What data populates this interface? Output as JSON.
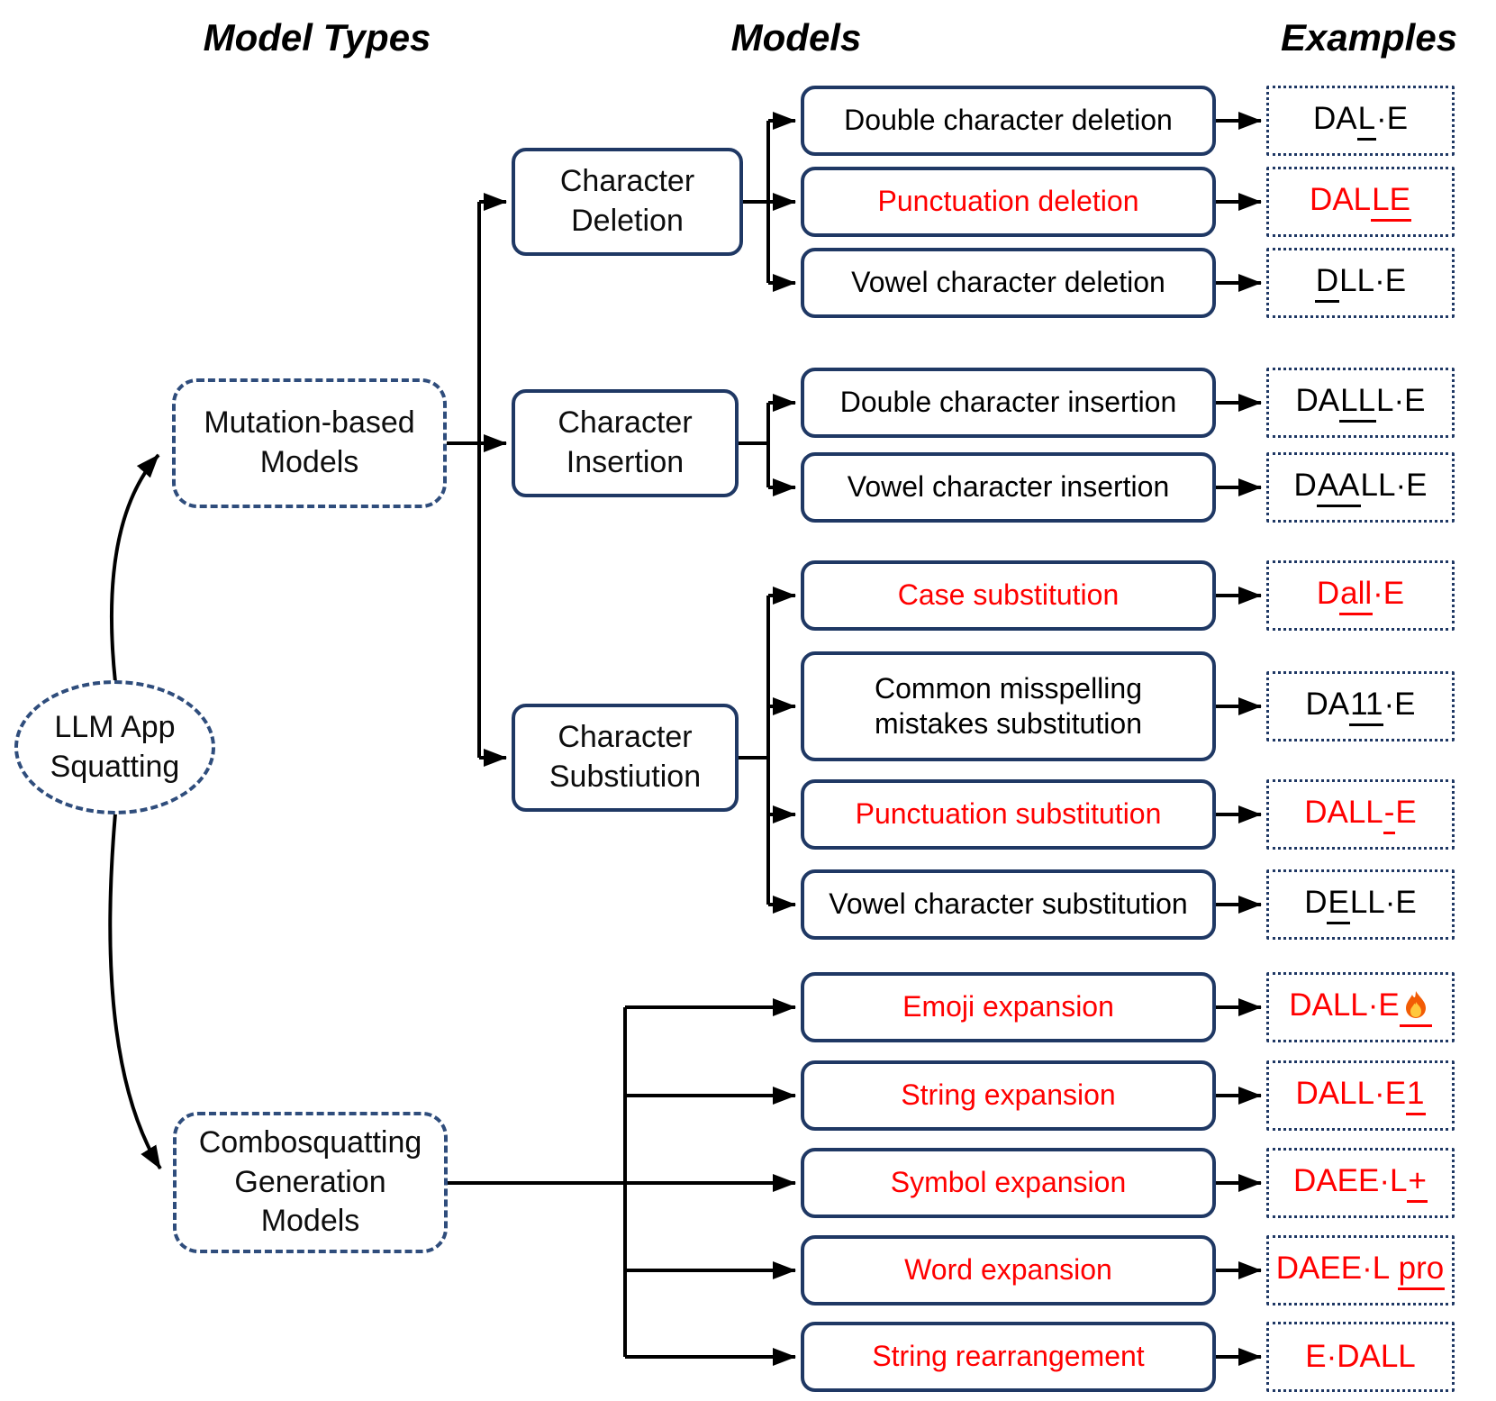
{
  "headers": {
    "model_types": "Model Types",
    "models": "Models",
    "examples": "Examples"
  },
  "theme": {
    "accent_navy": "#1f3864",
    "highlight_red": "#ff0000",
    "text_black": "#000000",
    "line_black": "#000000"
  },
  "root": {
    "label": "LLM App\nSquatting"
  },
  "model_types": [
    {
      "label": "Mutation-based\nModels"
    },
    {
      "label": "Combosquatting\nGeneration\nModels"
    }
  ],
  "categories": [
    {
      "label": "Character\nDeletion"
    },
    {
      "label": "Character\nInsertion"
    },
    {
      "label": "Character\nSubstiution"
    }
  ],
  "rows": [
    {
      "model": {
        "label": "Double character deletion",
        "color": "#000000"
      },
      "example": {
        "pre": "DA",
        "u": "L",
        "post": "·E",
        "color": "#000000"
      }
    },
    {
      "model": {
        "label": "Punctuation deletion",
        "color": "#ff0000"
      },
      "example": {
        "pre": "DAL",
        "u": "LE",
        "post": "",
        "color": "#ff0000"
      }
    },
    {
      "model": {
        "label": "Vowel character deletion",
        "color": "#000000"
      },
      "example": {
        "pre": "",
        "u": "D",
        "post": "LL·E",
        "color": "#000000"
      }
    },
    {
      "model": {
        "label": "Double character insertion",
        "color": "#000000"
      },
      "example": {
        "pre": "DA",
        "u": "LL",
        "post": "L·E",
        "color": "#000000"
      }
    },
    {
      "model": {
        "label": "Vowel character insertion",
        "color": "#000000"
      },
      "example": {
        "pre": "D",
        "u": "AA",
        "post": "LL·E",
        "color": "#000000"
      }
    },
    {
      "model": {
        "label": "Case substitution",
        "color": "#ff0000"
      },
      "example": {
        "pre": "D",
        "u": "all",
        "post": "·E",
        "color": "#ff0000"
      }
    },
    {
      "model": {
        "label": "Common misspelling mistakes substitution",
        "color": "#000000"
      },
      "example": {
        "pre": "DA",
        "u": "11",
        "post": "·E",
        "color": "#000000"
      }
    },
    {
      "model": {
        "label": "Punctuation substitution",
        "color": "#ff0000"
      },
      "example": {
        "pre": "DALL",
        "u": "-",
        "post": "E",
        "color": "#ff0000"
      }
    },
    {
      "model": {
        "label": "Vowel character substitution",
        "color": "#000000"
      },
      "example": {
        "pre": "D",
        "u": "E",
        "post": "LL·E",
        "color": "#000000"
      }
    },
    {
      "model": {
        "label": "Emoji expansion",
        "color": "#ff0000"
      },
      "example": {
        "pre": "DALL·E",
        "u": "",
        "post": "",
        "color": "#ff0000",
        "emoji_icon": "fire-emoji-icon"
      }
    },
    {
      "model": {
        "label": "String expansion",
        "color": "#ff0000"
      },
      "example": {
        "pre": "DALL·E",
        "u": "1",
        "post": "",
        "color": "#ff0000"
      }
    },
    {
      "model": {
        "label": "Symbol expansion",
        "color": "#ff0000"
      },
      "example": {
        "pre": "DAEE·L",
        "u": "+",
        "post": "",
        "color": "#ff0000"
      }
    },
    {
      "model": {
        "label": "Word expansion",
        "color": "#ff0000"
      },
      "example": {
        "pre": "DAEE·L ",
        "u": "pro",
        "post": "",
        "color": "#ff0000"
      }
    },
    {
      "model": {
        "label": "String rearrangement",
        "color": "#ff0000"
      },
      "example": {
        "pre": "E·DALL",
        "u": "",
        "post": "",
        "color": "#ff0000"
      }
    }
  ]
}
